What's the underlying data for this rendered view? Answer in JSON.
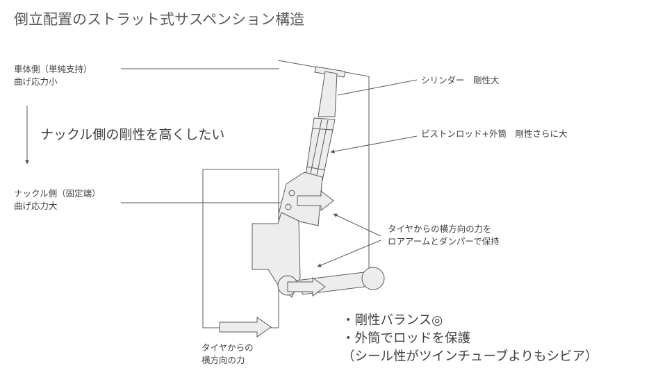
{
  "title": "倒立配置のストラット式サスペンション構造",
  "labels": {
    "body_side_line1": "車体側（単純支持）",
    "body_side_line2": "曲げ応力小",
    "stiffness_goal": "ナックル側の剛性を高くしたい",
    "knuckle_side_line1": "ナックル側（固定端）",
    "knuckle_side_line2": "曲げ応力大",
    "cylinder": "シリンダー　剛性大",
    "piston_rod": "ピストンロッド+外筒　剛性さらに大",
    "lateral_hold_line1": "タイヤからの横方向の力を",
    "lateral_hold_line2": "ロアアームとダンパーで保持",
    "tire_force_line1": "タイヤからの",
    "tire_force_line2": "横方向の力"
  },
  "points": [
    "・剛性バランス◎",
    "・外筒でロッドを保護",
    "（シール性がツインチューブよりもシビア）"
  ],
  "colors": {
    "stroke": "#595959",
    "part_fill": "#ededed",
    "text": "#404040"
  }
}
